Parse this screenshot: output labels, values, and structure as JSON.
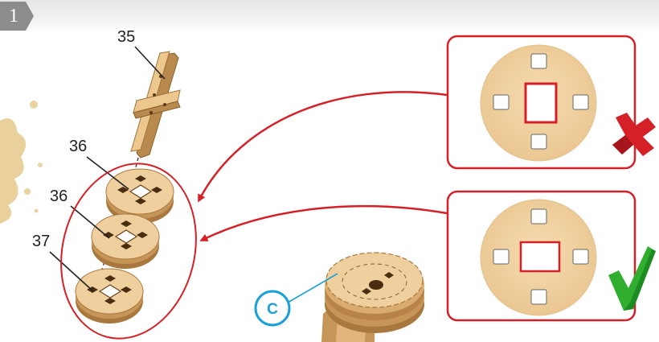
{
  "step": {
    "number": "1"
  },
  "parts": {
    "part_35": "35",
    "part_36_top": "36",
    "part_36_mid": "36",
    "part_37": "37"
  },
  "callout": {
    "label": "C"
  },
  "panels": {
    "wrong": {
      "status_icon": "red-cross-icon",
      "highlight_color": "#d62027"
    },
    "correct": {
      "status_icon": "green-check-icon",
      "highlight_color": "#2fae2f"
    }
  },
  "colors": {
    "accent_red": "#d62027",
    "callout_blue": "#1aa0d8",
    "wood": "#f0cf9e",
    "wood_edge": "#a8783e"
  }
}
